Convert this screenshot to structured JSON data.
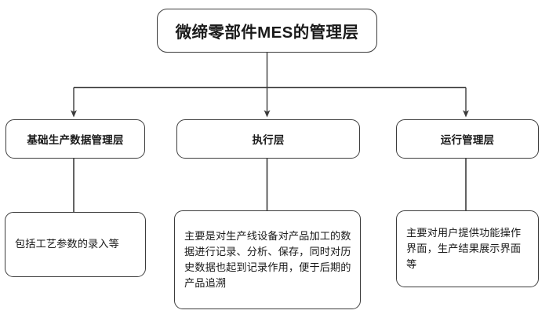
{
  "diagram": {
    "type": "hierarchy-flowchart",
    "title_node": {
      "id": "root",
      "label": "微缔零部件MES的管理层"
    },
    "layers": [
      {
        "id": "layer-basic-data",
        "label": "基础生产数据管理层",
        "description": "包括工艺参数的录入等"
      },
      {
        "id": "layer-execution",
        "label": "执行层",
        "description": "主要是对生产线设备对产品加工的数据进行记录、分析、保存，同时对历史数据也起到记录作用，便于后期的产品追溯"
      },
      {
        "id": "layer-operation",
        "label": "运行管理层",
        "description": "主要对用户提供功能操作界面，生产结果展示界面等"
      }
    ],
    "style": {
      "stroke_color": "#3c3c3c",
      "fill_color": "#ffffff",
      "text_color": "#1a1a1a",
      "background": "#ffffff"
    },
    "connectors": {
      "trunk_label": "root-to-layers-bus",
      "branch_labels": [
        "root-to-layer-basic-data",
        "root-to-layer-execution",
        "root-to-layer-operation"
      ],
      "leaf_labels": [
        "layer-basic-data-to-description",
        "layer-execution-to-description",
        "layer-operation-to-description"
      ]
    }
  }
}
